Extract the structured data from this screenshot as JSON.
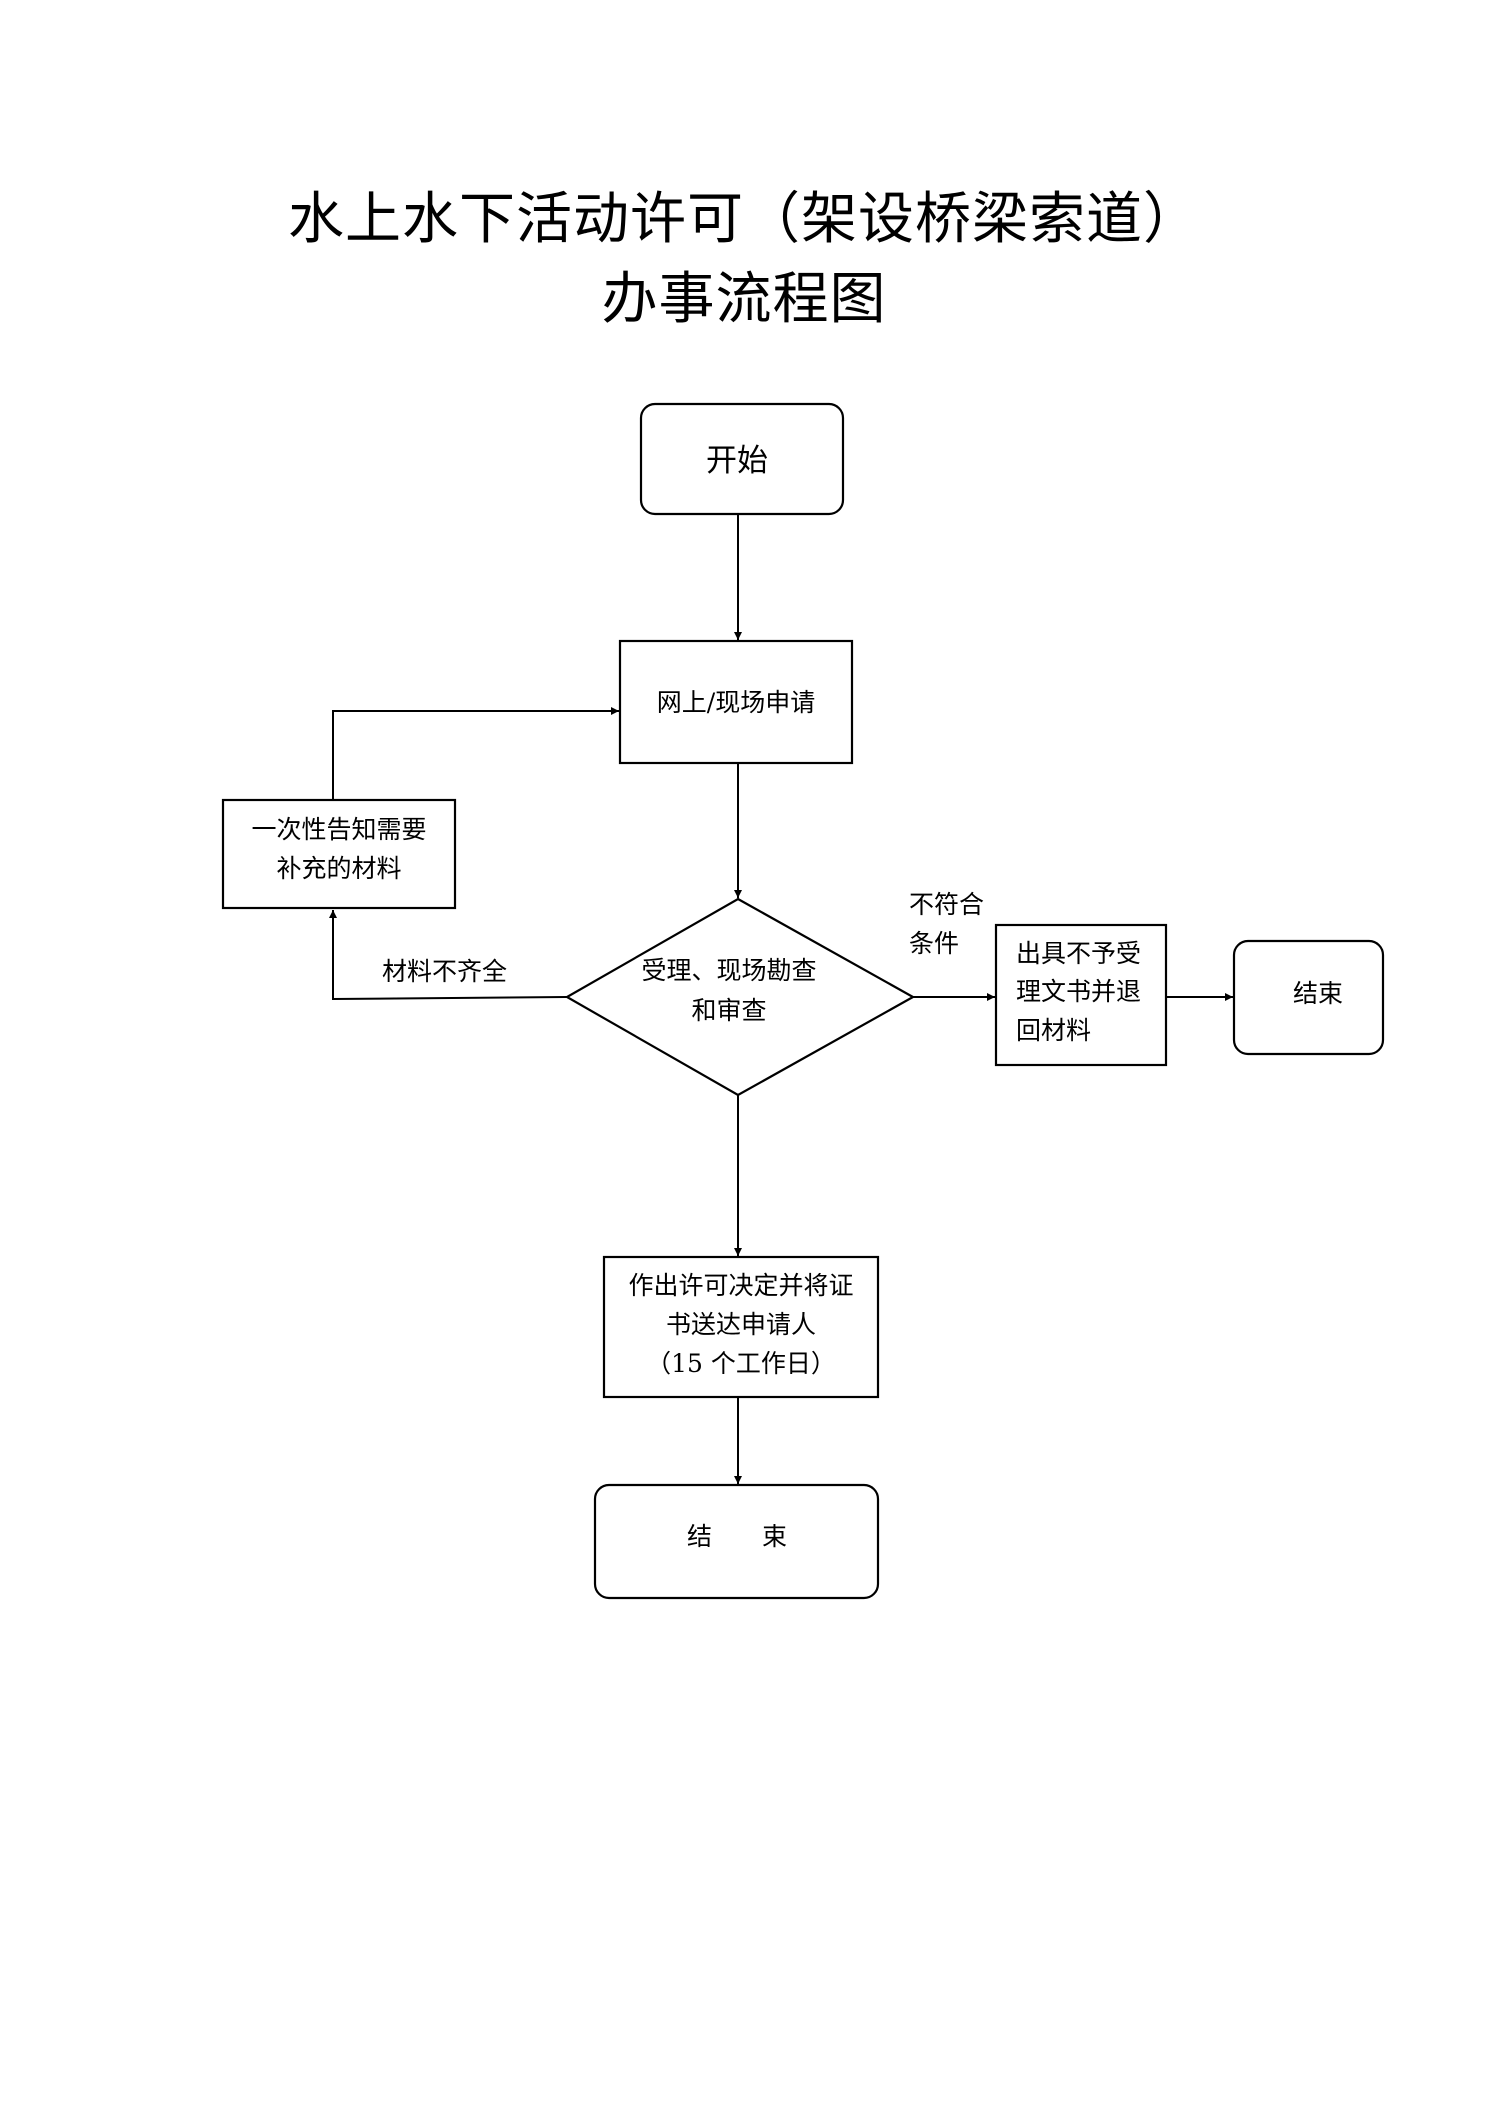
{
  "title": {
    "line1": "水上水下活动许可（架设桥梁索道）",
    "line2": "办事流程图"
  },
  "nodes": {
    "start": "开始",
    "apply": "网上/现场申请",
    "notify": [
      "一次性告知需要",
      "补充的材料"
    ],
    "review": [
      "受理、现场勘查",
      "和审查"
    ],
    "reject": [
      "出具不予受",
      "理文书并退",
      "回材料"
    ],
    "end_right": "结束",
    "permit": [
      "作出许可决定并将证",
      "书送达申请人",
      "（15 个工作日）"
    ],
    "end_bottom": "结　　束"
  },
  "edge_labels": {
    "incomplete": "材料不齐全",
    "not_qualified": [
      "不符合",
      "条件"
    ]
  }
}
